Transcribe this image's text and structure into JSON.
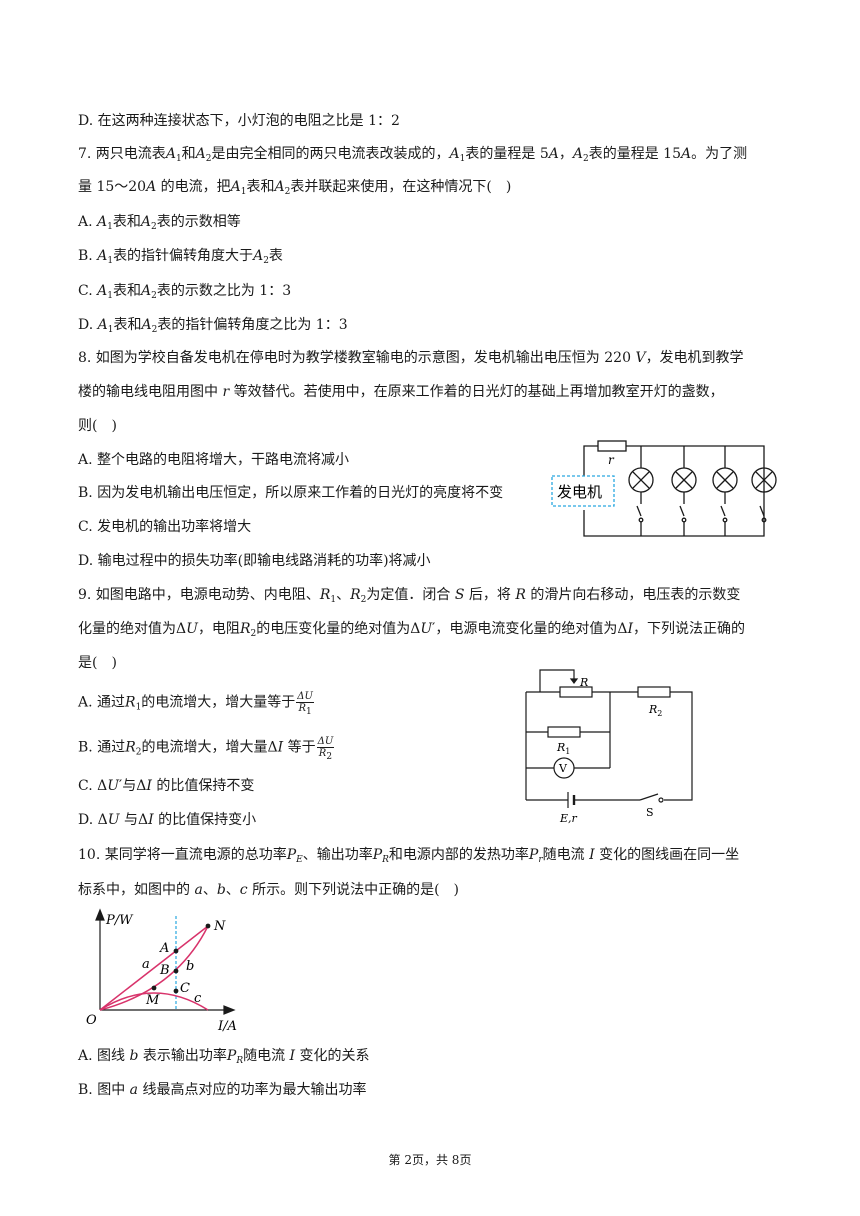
{
  "lines": {
    "d6": "D. 在这两种连接状态下，小灯泡的电阻之比是 1：2",
    "q7_a": "7. 两只电流表",
    "q7_b": "和",
    "q7_c": "是由完全相同的两只电流表改装成的，",
    "q7_d": "表的量程是 5",
    "q7_e": "，",
    "q7_f": "表的量程是 15",
    "q7_g": "。为了测",
    "q7_h": "量 15～20",
    "q7_i": " 的电流，把",
    "q7_j": "表和",
    "q7_k": "表并联起来使用，在这种情况下(　)",
    "q7A_a": "A. ",
    "q7A_b": "表和",
    "q7A_c": "表的示数相等",
    "q7B_a": "B. ",
    "q7B_b": "表的指针偏转角度大于",
    "q7B_c": "表",
    "q7C_a": "C. ",
    "q7C_b": "表和",
    "q7C_c": "表的示数之比为 1：3",
    "q7D_a": "D. ",
    "q7D_b": "表和",
    "q7D_c": "表的指针偏转角度之比为 1：3",
    "q8_1a": "8. 如图为学校自备发电机在停电时为教学楼教室输电的示意图，发电机输出电压恒为 220 ",
    "q8_1b": "，发电机到教学",
    "q8_2a": "楼的输电线电阻用图中 ",
    "q8_2b": " 等效替代。若使用中，在原来工作着的日光灯的基础上再增加教室开灯的盏数，",
    "q8_3": "则(　)",
    "q8A": "A. 整个电路的电阻将增大，干路电流将减小",
    "q8B": "B. 因为发电机输出电压恒定，所以原来工作着的日光灯的亮度将不变",
    "q8C": "C. 发电机的输出功率将增大",
    "q8D": "D. 输电过程中的损失功率(即输电线路消耗的功率)将减小",
    "q9_1a": "9. 如图电路中，电源电动势、内电阻、",
    "q9_1b": "、",
    "q9_1c": "为定值．闭合 ",
    "q9_1d": " 后，将 ",
    "q9_1e": " 的滑片向右移动，电压表的示数变",
    "q9_2a": "化量的绝对值为Δ",
    "q9_2b": "，电阻",
    "q9_2c": "的电压变化量的绝对值为Δ",
    "q9_2d": "′，电源电流变化量的绝对值为Δ",
    "q9_2e": "，下列说法正确的",
    "q9_3": "是(　)",
    "q9A_a": "A. 通过",
    "q9A_b": "的电流增大，增大量等于",
    "q9B_a": "B. 通过",
    "q9B_b": "的电流增大，增大量Δ",
    "q9B_c": " 等于",
    "q9C_a": "C. Δ",
    "q9C_b": "′与Δ",
    "q9C_c": " 的比值保持不变",
    "q9D_a": "D. Δ",
    "q9D_b": " 与Δ",
    "q9D_c": " 的比值保持变小",
    "q10_1a": "10. 某同学将一直流电源的总功率",
    "q10_1b": "、输出功率",
    "q10_1c": "和电源内部的发热功率",
    "q10_1d": "随电流 ",
    "q10_1e": " 变化的图线画在同一坐",
    "q10_2a": "标系中，如图中的 ",
    "q10_2b": "、",
    "q10_2c": "、",
    "q10_2d": " 所示。则下列说法中正确的是(　)",
    "q10A_a": "A. 图线 ",
    "q10A_b": " 表示输出功率",
    "q10A_c": "随电流 ",
    "q10A_d": " 变化的关系",
    "q10B_a": "B. 图中 ",
    "q10B_b": " 线最高点对应的功率为最大输出功率"
  },
  "sym": {
    "A": "A",
    "sub1": "1",
    "sub2": "2",
    "V": "V",
    "r": "r",
    "R": "R",
    "S": "S",
    "U": "U",
    "I": "I",
    "P": "P",
    "E": "E",
    "Rs": "R",
    "rs": "r",
    "a": "a",
    "b": "b",
    "c": "c",
    "dU": "ΔU"
  },
  "fig8": {
    "label_r": "r",
    "label_gen": "发电机"
  },
  "fig9": {
    "label_R": "R",
    "label_R2": "R",
    "label_R2_sub": "2",
    "label_R1": "R",
    "label_R1_sub": "1",
    "label_V": "V",
    "label_Er": "E,r",
    "label_S": "S"
  },
  "fig10": {
    "label_PW": "P/W",
    "label_IA": "I/A",
    "label_O": "O",
    "label_N": "N",
    "label_A": "A",
    "label_a": "a",
    "label_B": "B",
    "label_b": "b",
    "label_C": "C",
    "label_M": "M",
    "label_c": "c"
  },
  "footer": "第 2页，共 8页"
}
